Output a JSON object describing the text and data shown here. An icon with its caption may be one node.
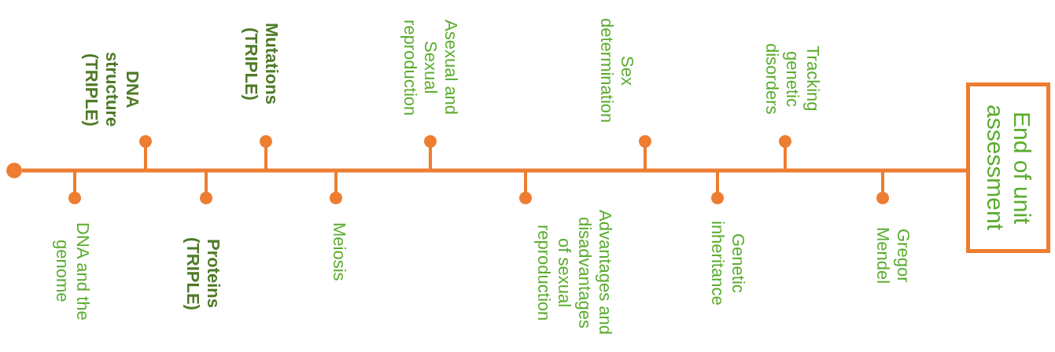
{
  "diagram": {
    "nodes": [
      {
        "text": [],
        "shape": "circle"
      },
      {
        "text": [
          "DNA and the genome"
        ]
      },
      {
        "text": [
          "DNA structure (TRIPLE)"
        ]
      },
      {
        "text": [
          "Proteins (TRIPLE)"
        ]
      },
      {
        "text": [
          "Mutations (TRIPLE)"
        ]
      },
      {
        "text": [
          "Meiosis"
        ]
      },
      {
        "text": [
          "Asexual and Sexual reproduction"
        ]
      },
      {
        "text": [
          "Advantages and disadvantages of sexual reproduction"
        ]
      },
      {
        "text": [
          "Sex determination"
        ]
      },
      {
        "text": [
          "Genetic inheritance"
        ]
      },
      {
        "text": [
          "Tracking genetic disorders"
        ]
      },
      {
        "text": [
          "Gregor Mendel"
        ]
      },
      {
        "text": [
          "End of unit assessment"
        ]
      }
    ],
    "edges": [
      {
        "from": 0,
        "to": 12,
        "arrow": "none"
      },
      {
        "from": null,
        "to": 1,
        "arrow": "other"
      },
      {
        "from": null,
        "to": 2,
        "arrow": "other"
      },
      {
        "from": null,
        "to": 3,
        "arrow": "other"
      },
      {
        "from": null,
        "to": 4,
        "arrow": "other"
      },
      {
        "from": null,
        "to": 5,
        "arrow": "other"
      },
      {
        "from": null,
        "to": 6,
        "arrow": "other"
      },
      {
        "from": null,
        "to": 7,
        "arrow": "other"
      },
      {
        "from": null,
        "to": 8,
        "arrow": "other"
      },
      {
        "from": null,
        "to": 9,
        "arrow": "other"
      },
      {
        "from": null,
        "to": 10,
        "arrow": "other"
      },
      {
        "from": null,
        "to": 11,
        "arrow": "other"
      }
    ]
  }
}
